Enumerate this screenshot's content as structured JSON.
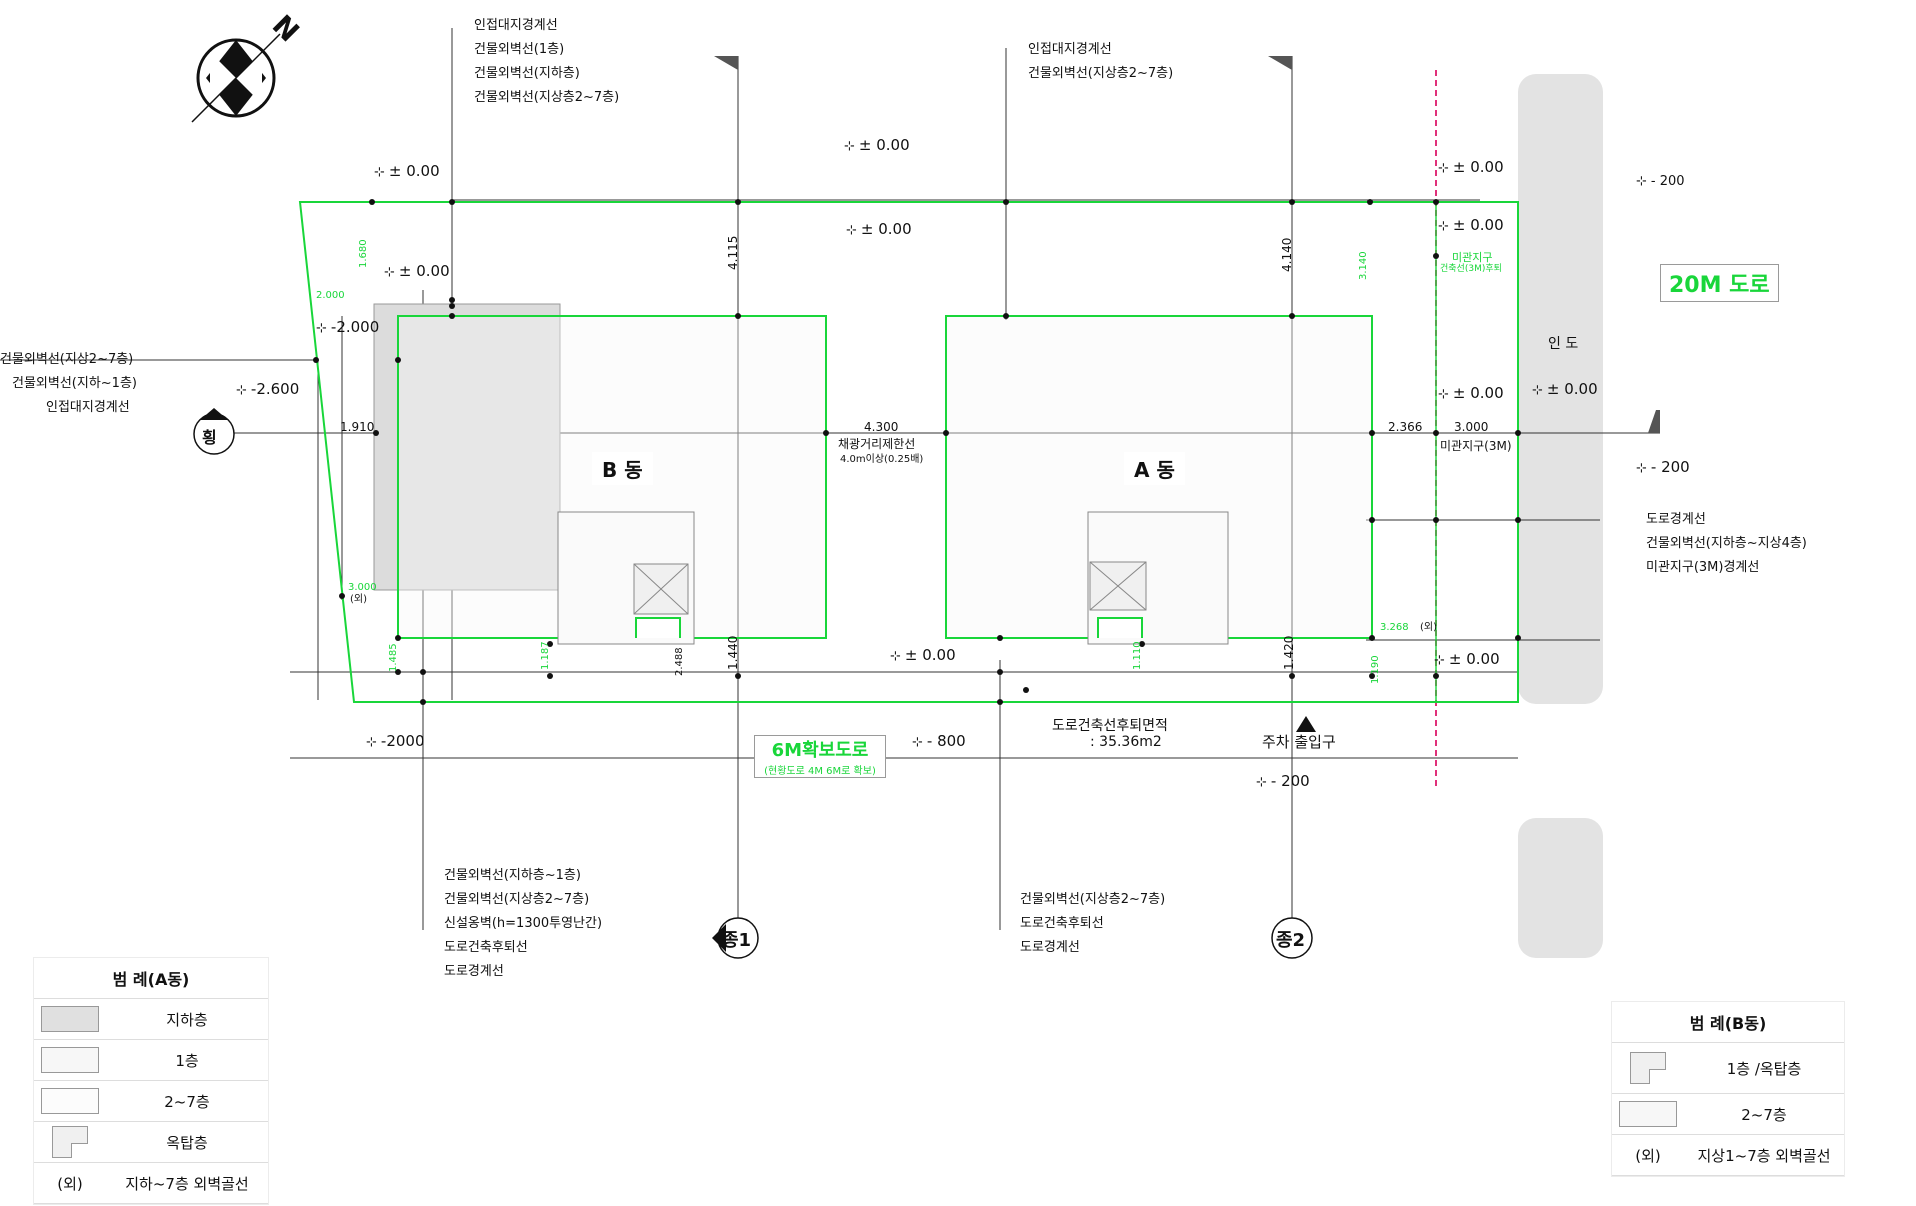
{
  "colors": {
    "boundary": "#19d63a",
    "road_fill": "#e3e3e3",
    "basement_fill": "#dcdcdc",
    "zone_line": "#e0307a",
    "line": "#222222"
  },
  "north": {
    "letter": "N"
  },
  "notes": {
    "top_left": [
      "인접대지경계선",
      "건물외벽선(1층)",
      "건물외벽선(지하층)",
      "건물외벽선(지상층2~7층)"
    ],
    "top_center": [
      "인접대지경계선",
      "건물외벽선(지상층2~7층)"
    ],
    "left_side": [
      "건물외벽선(지상2~7층)",
      "건물외벽선(지하~1층)",
      "인접대지경계선"
    ],
    "right_side": [
      "도로경계선",
      "건물외벽선(지하층~지상4층)",
      "미관지구(3M)경계선"
    ],
    "bottom_left": [
      "건물외벽선(지하층~1층)",
      "건물외벽선(지상층2~7층)",
      "신설옹벽(h=1300투영난간)",
      "도로건축후퇴선",
      "도로경계선"
    ],
    "bottom_center": [
      "건물외벽선(지상층2~7층)",
      "도로건축후퇴선",
      "도로경계선"
    ],
    "setback_area": [
      "도로건축선후퇴면적",
      ": 35.36m2"
    ],
    "parking": "주차 출입구",
    "separation": [
      "채광거리제한선",
      "4.0m이상(0.25배)"
    ],
    "aesthetic": "미관지구(3M)",
    "aesthetic_small": [
      "미관지구",
      "건축선(3M)후퇴"
    ],
    "sidewalk": "인 도"
  },
  "elevations": {
    "e1": "± 0.00",
    "e2": "± 0.00",
    "e3": "± 0.00",
    "e4": "± 0.00",
    "e5": "± 0.00",
    "e6": "± 0.00",
    "e7": "± 0.00",
    "e8": "± 0.00",
    "e9": "± 0.00",
    "e10": "± 0.00",
    "m2000a": "-2.000",
    "m2600": "-2.600",
    "m200a": "- 200",
    "m200b": "- 200",
    "m200c": "- 200",
    "m800": "- 800",
    "m2000b": "-2000"
  },
  "dims": {
    "d1910": "1.910",
    "d4300": "4.300",
    "d2366": "2.366",
    "d3000": "3.000",
    "v4115": "4.115",
    "v4140": "4.140",
    "v1440": "1.440",
    "v1420": "1.420",
    "v2488": "2.488",
    "g3140": "3.140",
    "g1_680": "1.680",
    "g2_000": "2.000",
    "g3_000": "3.000",
    "g1_485": "1.485",
    "g1_187": "1.187",
    "g1_110": "1.110",
    "g1_190": "1.190",
    "g_bottom_right": "3.268",
    "oe": "(외)"
  },
  "roads": {
    "main": "20M 도로",
    "side": "6M확보도로",
    "side_sub": "(현황도로 4M 6M로 확보)"
  },
  "buildings": {
    "a": "A 동",
    "b": "B 동"
  },
  "sections": {
    "s1": "종1",
    "s2": "종2",
    "w": "횡"
  },
  "legend_a": {
    "title": "범  례(A동)",
    "rows": [
      {
        "label": "지하층"
      },
      {
        "label": "1층"
      },
      {
        "label": "2~7층"
      },
      {
        "label": "옥탑층"
      }
    ],
    "outline_key": "(외)",
    "outline_label": "지하~7층 외벽골선"
  },
  "legend_b": {
    "title": "범  례(B동)",
    "rows": [
      {
        "label": "1층 /옥탑층"
      },
      {
        "label": "2~7층"
      }
    ],
    "outline_key": "(외)",
    "outline_label": "지상1~7층 외벽골선"
  }
}
